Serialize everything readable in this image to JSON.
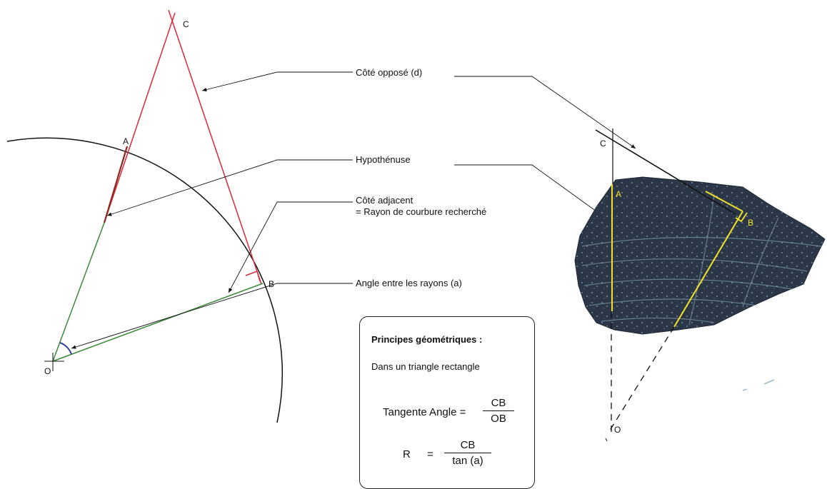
{
  "left_diagram": {
    "points": {
      "C": "C",
      "A": "A",
      "B": "B",
      "O": "O"
    }
  },
  "labels": {
    "opposite": "Côté opposé (d)",
    "hypotenuse": "Hypothénuse",
    "adjacent_line1": "Côté adjacent",
    "adjacent_line2": "= Rayon de courbure recherché",
    "angle": "Angle entre les rayons (a)"
  },
  "principles": {
    "title": "Principes géométriques :",
    "subtitle": "Dans un triangle rectangle",
    "formula1_left": "Tangente  Angle  =",
    "formula1_num": "CB",
    "formula1_den": "OB",
    "formula2_left": "R",
    "formula2_eq": "=",
    "formula2_num": "CB",
    "formula2_den": "tan (a)"
  },
  "right_diagram": {
    "points": {
      "C": "C",
      "A": "A",
      "B": "B",
      "O": "O"
    }
  },
  "colors": {
    "red": "#d8293a",
    "green": "#3a8a3a",
    "yellow": "#f3e22a",
    "angle_arc": "#1e3a9a",
    "sherd": "#2d3a48"
  }
}
